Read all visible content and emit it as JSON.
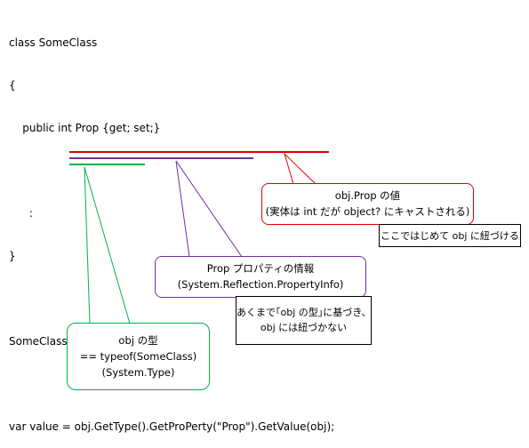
{
  "code": {
    "lines": [
      "class SomeClass",
      "{",
      "    public int Prop {get; set;}",
      "",
      "      :",
      "}",
      "",
      "SomeClass obj;",
      "",
      "var value = obj.GetType().GetProPerty(\"Prop\").GetValue(obj);"
    ]
  },
  "callouts": {
    "getvalue": {
      "lines": [
        "obj.Prop の値",
        "(実体は int だが object? にキャストされる)"
      ],
      "color": "#e00000"
    },
    "getvalue_note": {
      "lines": [
        "ここではじめて obj に紐づける"
      ]
    },
    "getproperty": {
      "lines": [
        "Prop プロパティの情報",
        "(System.Reflection.PropertyInfo)"
      ],
      "color": "#7030a0"
    },
    "getproperty_note": {
      "lines": [
        "あくまで｢obj の型｣に基づき、",
        "obj には紐づかない"
      ]
    },
    "gettype": {
      "lines": [
        "obj の型",
        "== typeof(SomeClass)",
        "(System.Type)"
      ],
      "color": "#00b050"
    }
  }
}
